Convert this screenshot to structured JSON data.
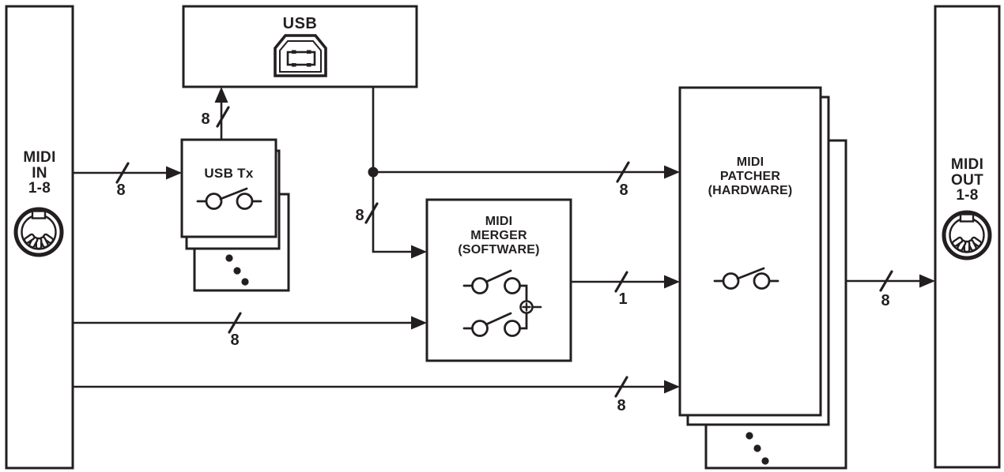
{
  "diagram": {
    "type": "block-diagram",
    "background": "#ffffff",
    "ink_color": "#231f20",
    "blocks": {
      "midi_in": {
        "label_lines": [
          "MIDI",
          "IN",
          "1-8"
        ],
        "icon": "din-5-connector"
      },
      "usb": {
        "label": "USB",
        "icon": "usb-b-connector"
      },
      "usb_tx": {
        "label": "USB Tx",
        "icon": "open-switch",
        "stacked": true
      },
      "midi_merger": {
        "label_lines": [
          "MIDI",
          "MERGER",
          "(SOFTWARE)"
        ],
        "icon": "merger-switches-sum"
      },
      "midi_patcher": {
        "label_lines": [
          "MIDI",
          "PATCHER",
          "(HARDWARE)"
        ],
        "icon": "open-switch",
        "stacked": true
      },
      "midi_out": {
        "label_lines": [
          "MIDI",
          "OUT",
          "1-8"
        ],
        "icon": "din-5-connector"
      }
    },
    "buses": {
      "midi_in_to_usb_tx": "8",
      "usb_tx_to_usb": "8",
      "usb_to_patcher": "8",
      "usb_to_merger": "8",
      "midi_in_to_merger": "8",
      "merger_to_patcher": "1",
      "midi_in_to_patcher": "8",
      "patcher_to_midi_out": "8"
    }
  }
}
